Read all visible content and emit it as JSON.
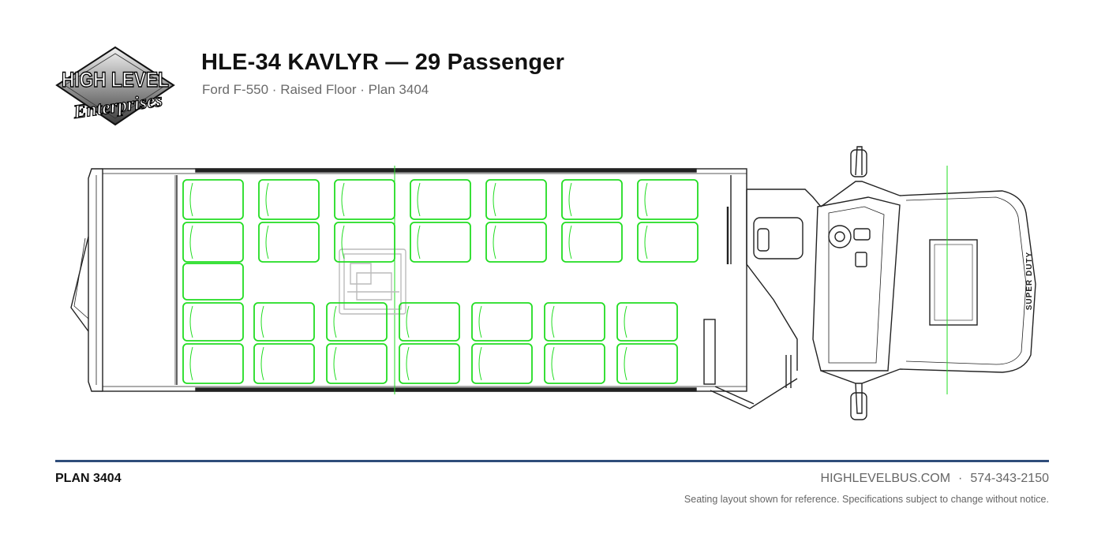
{
  "header": {
    "title": "HLE-34 KAVLYR — 29 Passenger",
    "subtitle": "Ford F-550 · Raised Floor · Plan 3404"
  },
  "logo": {
    "line1": "HIGH LEVEL",
    "line2": "Enterprises"
  },
  "floorplan": {
    "hood_text": "SUPER DUTY",
    "seat_color": "#22dd22",
    "outline_color": "#222222",
    "lift_color": "#bbbbbb"
  },
  "footer": {
    "plan_code": "PLAN 3404",
    "website": "HIGHLEVELBUS.COM",
    "separator": "·",
    "phone": "574-343-2150",
    "disclaimer": "Seating layout shown for reference. Specifications subject to change without notice."
  },
  "colors": {
    "rule": "#2f4d7a",
    "muted_text": "#666666"
  }
}
